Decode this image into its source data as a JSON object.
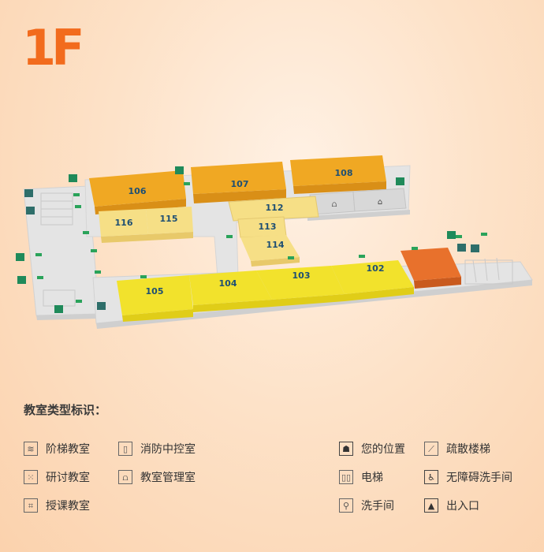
{
  "floor": "1F",
  "rooms": {
    "r106": "106",
    "r107": "107",
    "r108": "108",
    "r116": "116",
    "r115": "115",
    "r112": "112",
    "r113": "113",
    "r114": "114",
    "r105": "105",
    "r104": "104",
    "r103": "103",
    "r102": "102"
  },
  "colors": {
    "accent": "#f26b1d",
    "lecture_hall": "#f0a823",
    "seminar": "#f6df86",
    "classroom": "#f2e22c",
    "highlight": "#e8712c",
    "floor": "#e2e2e2",
    "exit_sign": "#1f8a5a"
  },
  "legend": {
    "title": "教室类型标识：",
    "items": [
      {
        "icon": "tiered-classroom-icon",
        "label": "阶梯教室"
      },
      {
        "icon": "fire-control-icon",
        "label": "消防中控室"
      },
      {
        "icon": "seminar-room-icon",
        "label": "研讨教室"
      },
      {
        "icon": "classroom-management-icon",
        "label": "教室管理室"
      },
      {
        "icon": "lecture-classroom-icon",
        "label": "授课教室"
      },
      {
        "icon": "you-are-here-icon",
        "label": "您的位置"
      },
      {
        "icon": "evacuation-stairs-icon",
        "label": "疏散楼梯"
      },
      {
        "icon": "elevator-icon",
        "label": "电梯"
      },
      {
        "icon": "accessible-restroom-icon",
        "label": "无障碍洗手间"
      },
      {
        "icon": "restroom-icon",
        "label": "洗手间"
      },
      {
        "icon": "entrance-icon",
        "label": "出入口"
      }
    ]
  }
}
